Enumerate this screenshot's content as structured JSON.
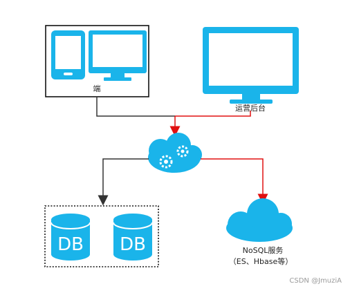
{
  "nodes": {
    "client_label": "端",
    "ops_label": "运营后台",
    "nosql_label": "NoSQL服务",
    "nosql_sub": "（ES、Hbase等）",
    "db1_text": "DB",
    "db2_text": "DB"
  },
  "colors": {
    "icon": "#1ab4ea",
    "line_dark": "#333333",
    "line_red": "#e01010",
    "frame": "#111111"
  },
  "icons": [
    "phone-icon",
    "monitor-icon",
    "gear-cloud-icon",
    "database-icon",
    "cloud-icon"
  ],
  "watermark": "CSDN @JmuziA"
}
